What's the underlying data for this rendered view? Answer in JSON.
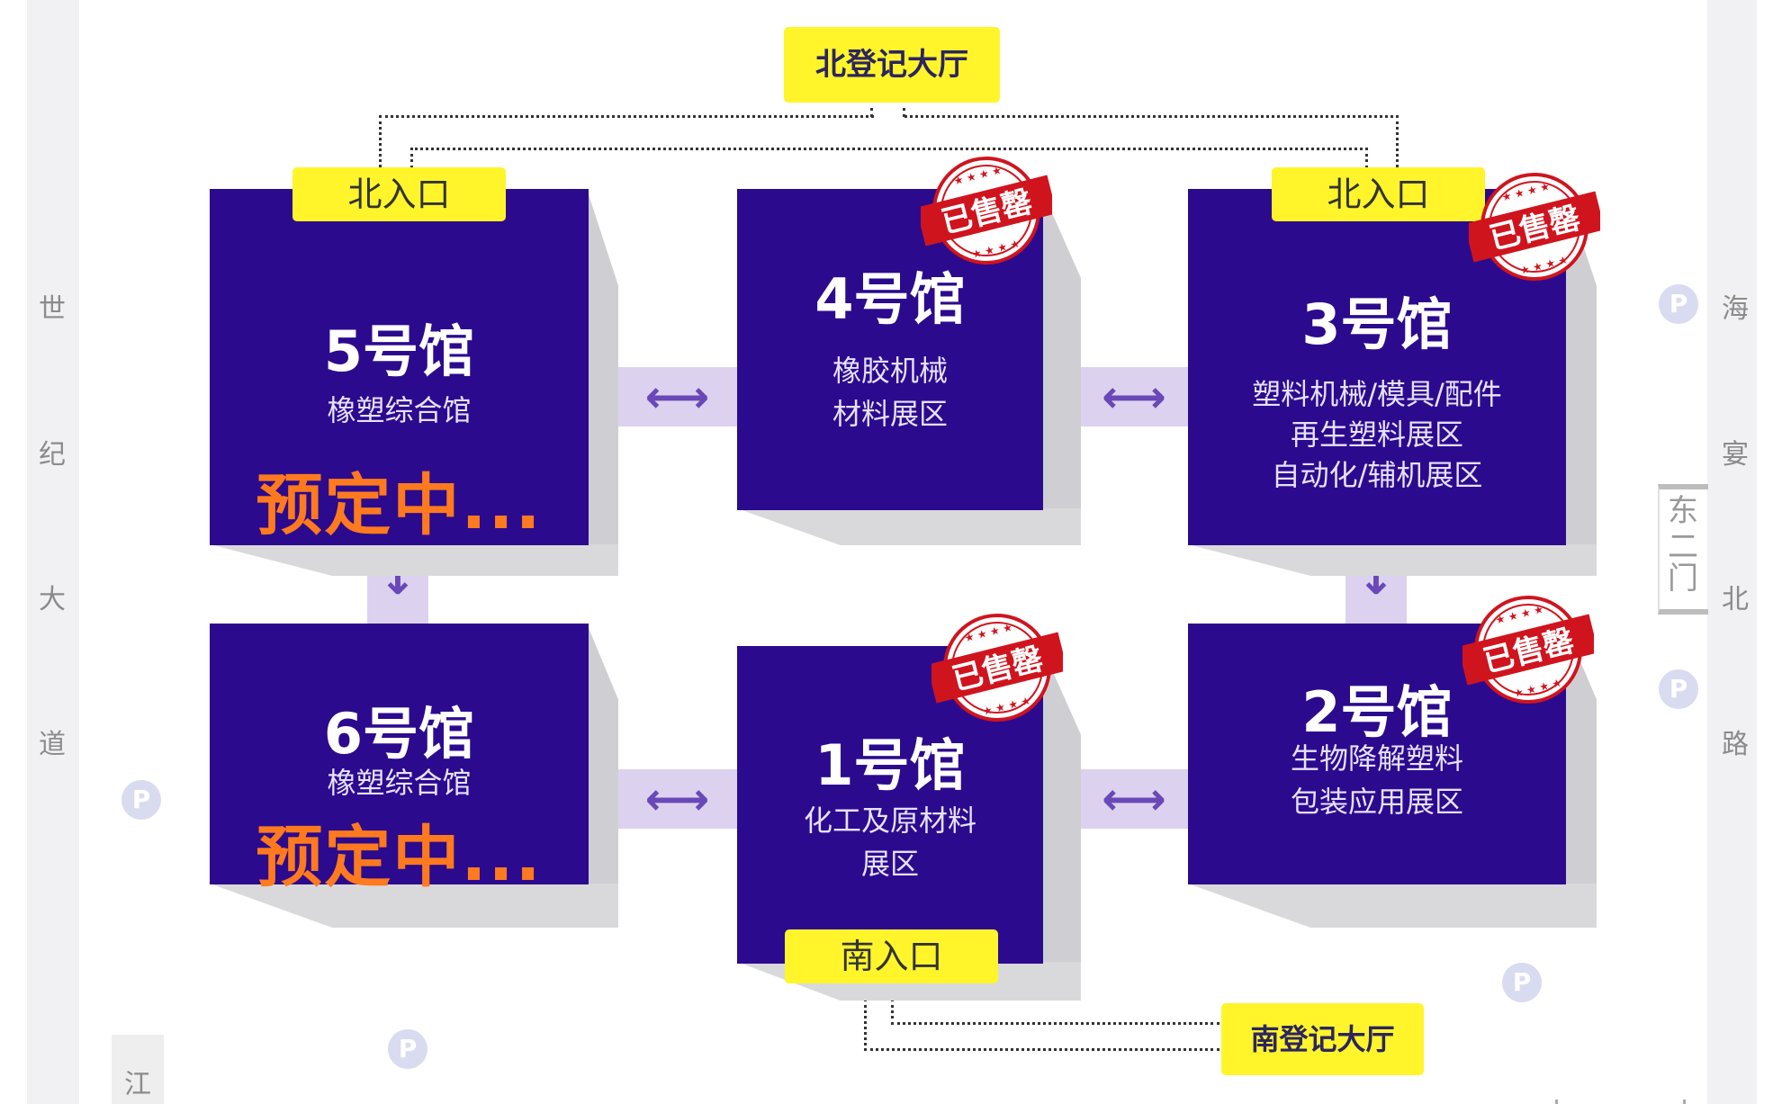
{
  "roads": {
    "left": [
      "世",
      "纪",
      "大",
      "道"
    ],
    "right": [
      "海",
      "宴",
      "北",
      "路"
    ],
    "bottom_left": "江"
  },
  "east_gate": [
    "东",
    "二",
    "门"
  ],
  "parking_label": "P",
  "registration": {
    "north": "北登记大厅",
    "south": "南登记大厅"
  },
  "entrances": {
    "hall5": "北入口",
    "hall3": "北入口",
    "hall1": "南入口"
  },
  "sold_out_label": "已售罄",
  "halls": {
    "h5": {
      "name": "5号馆",
      "desc": [
        "橡塑综合馆"
      ],
      "status": "预定中..."
    },
    "h4": {
      "name": "4号馆",
      "desc": [
        "橡胶机械",
        "材料展区"
      ]
    },
    "h3": {
      "name": "3号馆",
      "desc": [
        "塑料机械/模具/配件",
        "再生塑料展区",
        "自动化/辅机展区"
      ]
    },
    "h6": {
      "name": "6号馆",
      "desc": [
        "橡塑综合馆"
      ],
      "status": "预定中..."
    },
    "h1": {
      "name": "1号馆",
      "desc": [
        "化工及原材料",
        "展区"
      ]
    },
    "h2": {
      "name": "2号馆",
      "desc": [
        "生物降解塑料",
        "包装应用展区"
      ]
    }
  },
  "colors": {
    "hall_fill": "#2c0a8e",
    "tag_yellow": "#fff52a",
    "status_orange": "#ff7a1e",
    "stamp_red": "#d0141e",
    "connector": "#dcd2ef"
  }
}
